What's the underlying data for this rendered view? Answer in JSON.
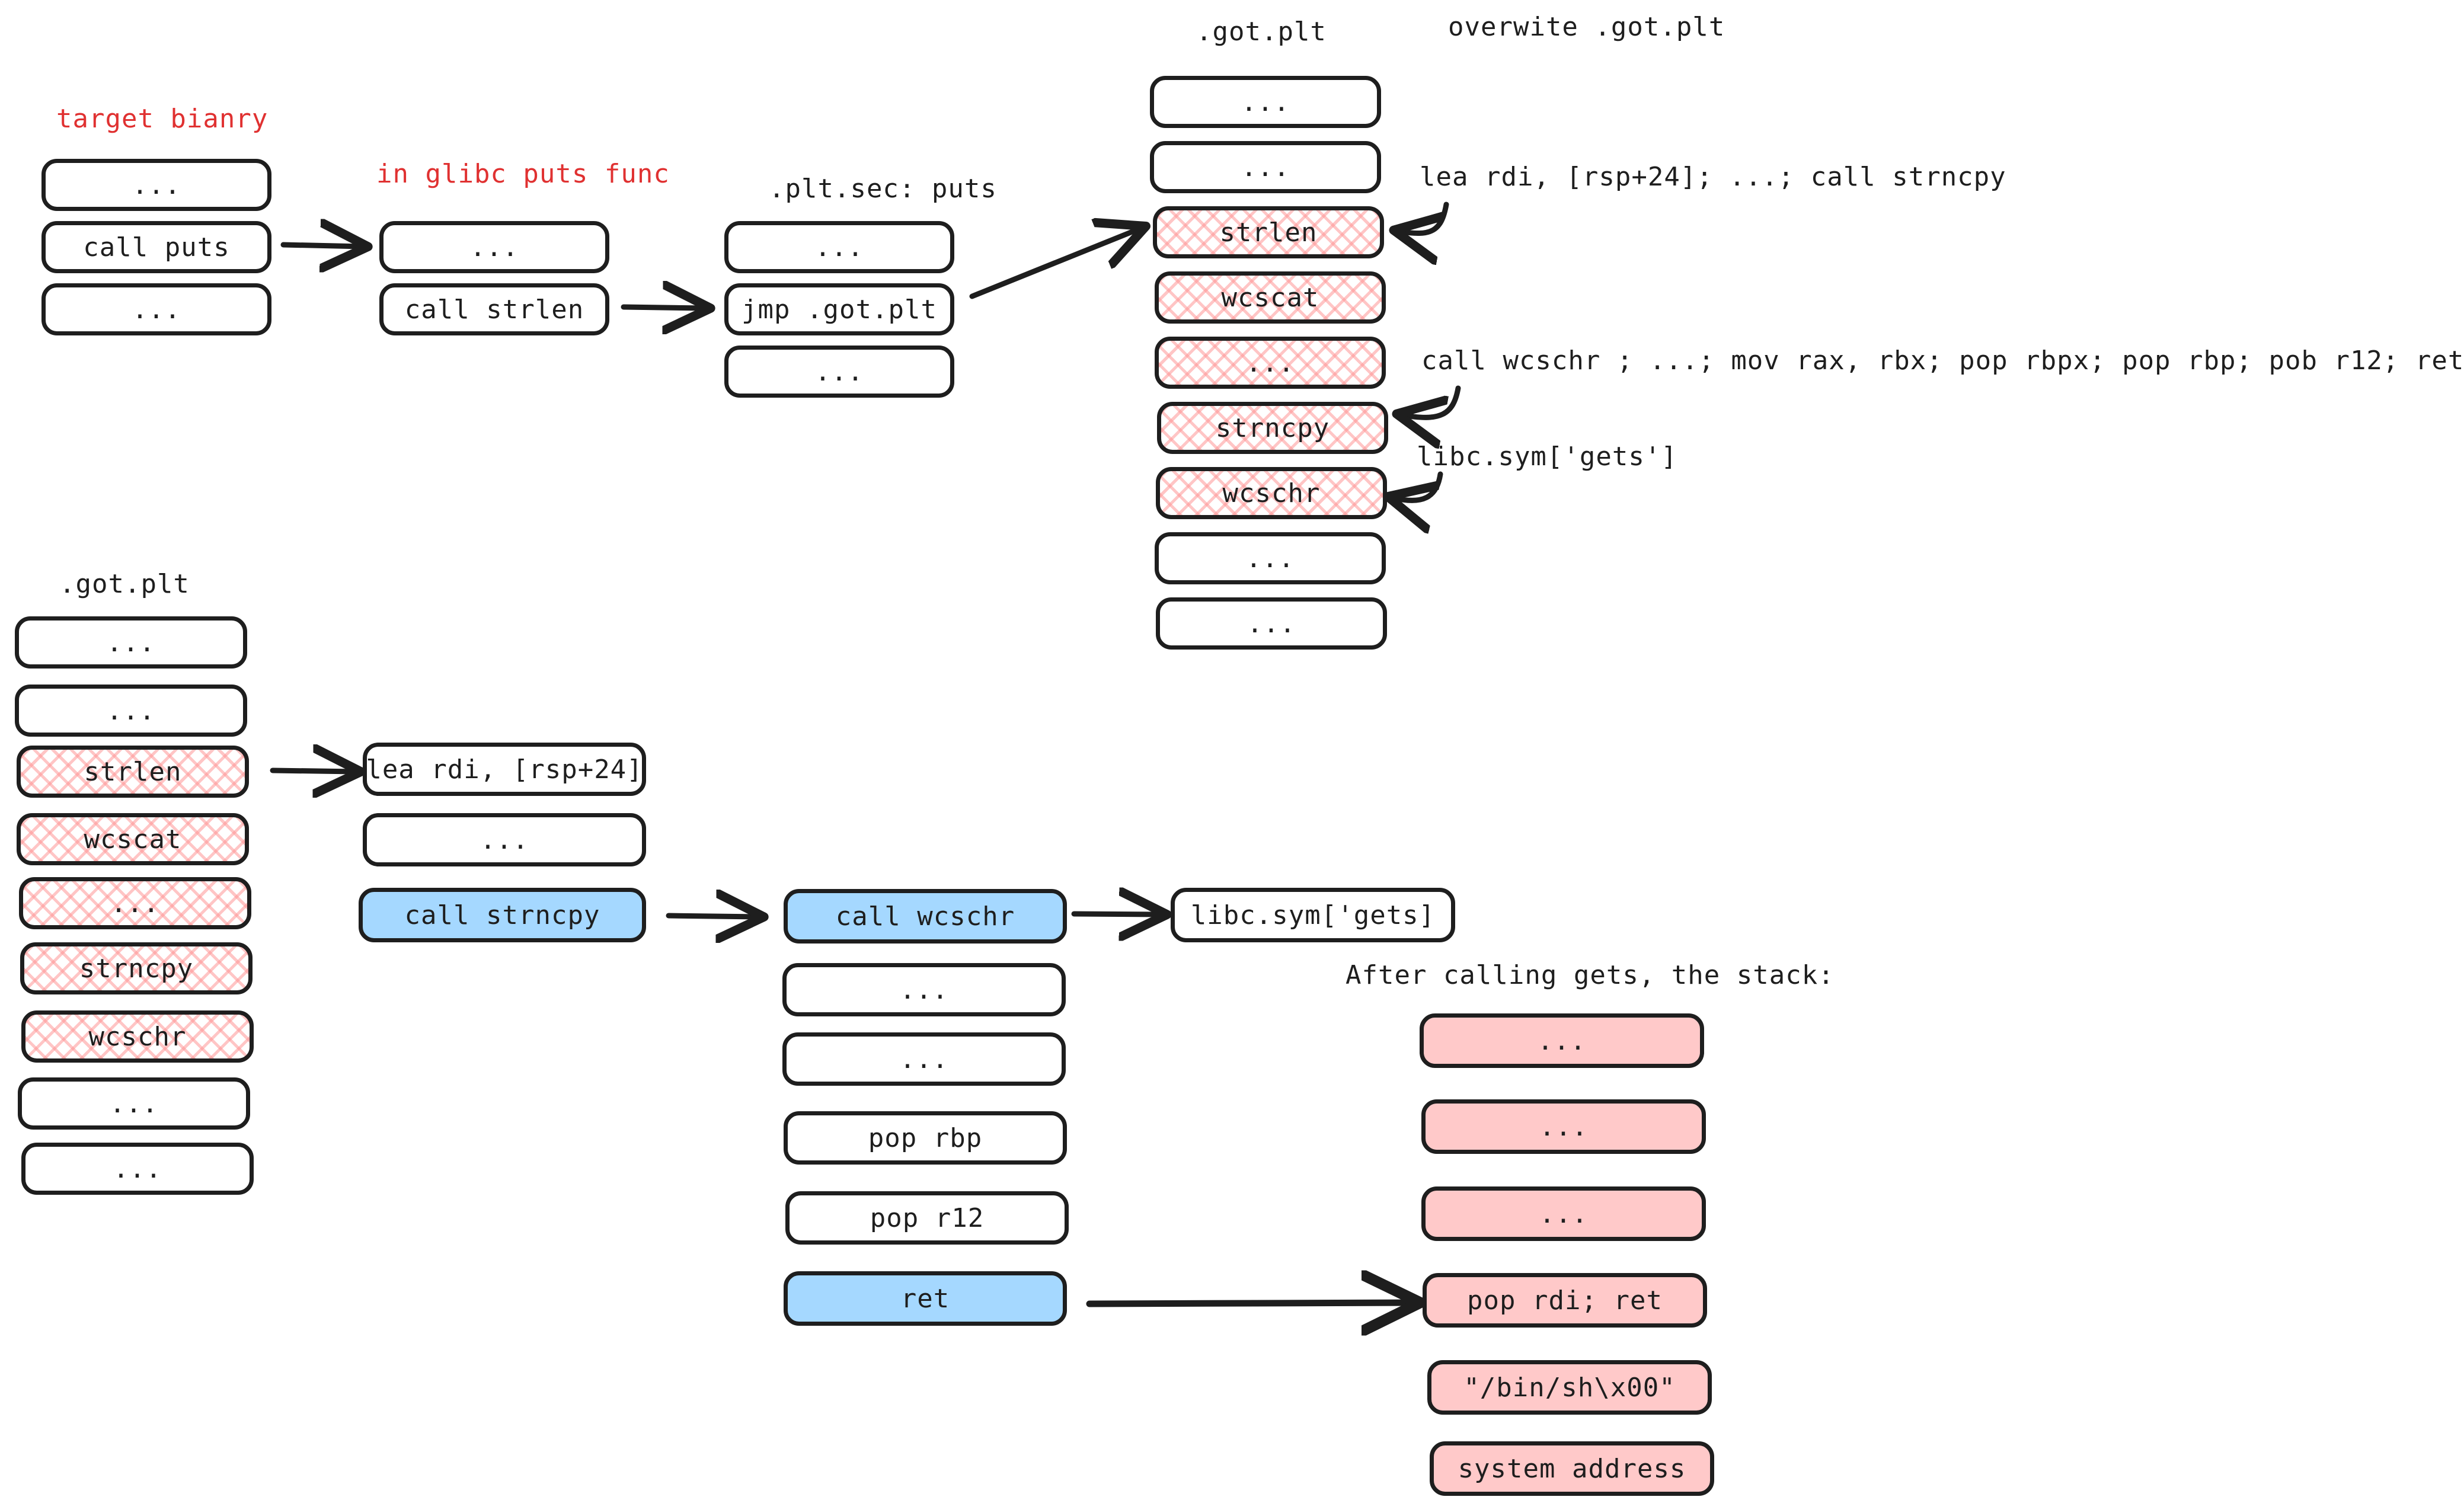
{
  "labels": {
    "target_binary": "target bianry",
    "glibc_puts": "in glibc puts func",
    "plt_sec_puts": ".plt.sec: puts",
    "got_plt_top": ".got.plt",
    "overwrite_got_plt": "overwite .got.plt",
    "got_plt_bottom": ".got.plt",
    "after_gets_stack": "After calling gets, the stack:"
  },
  "annotations": {
    "lea_strncpy": "lea rdi, [rsp+24]; ...; call strncpy",
    "call_wcschr_gadget": "call wcschr ;  ...; mov rax, rbx; pop rbpx; pop rbp; pob r12; ret",
    "libc_sym_gets": "libc.sym['gets']"
  },
  "columns": {
    "target_binary": [
      {
        "text": "...",
        "style": "plain"
      },
      {
        "text": "call puts",
        "style": "plain"
      },
      {
        "text": "...",
        "style": "plain"
      }
    ],
    "glibc_puts": [
      {
        "text": "...",
        "style": "plain"
      },
      {
        "text": "call strlen",
        "style": "plain"
      }
    ],
    "plt_sec_puts": [
      {
        "text": "...",
        "style": "plain"
      },
      {
        "text": "jmp .got.plt",
        "style": "plain"
      },
      {
        "text": "...",
        "style": "plain"
      }
    ],
    "got_plt_top": [
      {
        "text": "...",
        "style": "plain"
      },
      {
        "text": "...",
        "style": "plain"
      },
      {
        "text": "strlen",
        "style": "hatch"
      },
      {
        "text": "wcscat",
        "style": "hatch"
      },
      {
        "text": "...",
        "style": "hatch"
      },
      {
        "text": "strncpy",
        "style": "hatch"
      },
      {
        "text": "wcschr",
        "style": "hatch"
      },
      {
        "text": "...",
        "style": "plain"
      },
      {
        "text": "...",
        "style": "plain"
      }
    ],
    "got_plt_bottom": [
      {
        "text": "...",
        "style": "plain"
      },
      {
        "text": "...",
        "style": "plain"
      },
      {
        "text": "strlen",
        "style": "hatch"
      },
      {
        "text": "wcscat",
        "style": "hatch"
      },
      {
        "text": "...",
        "style": "hatch"
      },
      {
        "text": "strncpy",
        "style": "hatch"
      },
      {
        "text": "wcschr",
        "style": "hatch"
      },
      {
        "text": "...",
        "style": "plain"
      },
      {
        "text": "...",
        "style": "plain"
      }
    ],
    "strncpy_body": [
      {
        "text": "lea rdi, [rsp+24]",
        "style": "plain"
      },
      {
        "text": "...",
        "style": "plain"
      },
      {
        "text": "call strncpy",
        "style": "blue"
      }
    ],
    "wcschr_body": [
      {
        "text": "call wcschr",
        "style": "blue"
      },
      {
        "text": "...",
        "style": "plain"
      },
      {
        "text": "...",
        "style": "plain"
      },
      {
        "text": "pop rbp",
        "style": "plain"
      },
      {
        "text": "pop r12",
        "style": "plain"
      },
      {
        "text": "ret",
        "style": "blue"
      }
    ],
    "gets_target": [
      {
        "text": "libc.sym['gets]",
        "style": "plain"
      }
    ],
    "stack_after_gets": [
      {
        "text": "...",
        "style": "pink"
      },
      {
        "text": "...",
        "style": "pink"
      },
      {
        "text": "...",
        "style": "pink"
      },
      {
        "text": "pop rdi; ret",
        "style": "pink"
      },
      {
        "text": "\"/bin/sh\\x00\"",
        "style": "pink"
      },
      {
        "text": "system address",
        "style": "pink"
      }
    ]
  },
  "colors": {
    "stroke": "#1e1e1e",
    "red_label": "#e03131",
    "blue_fill": "#a5d8ff",
    "pink_fill": "#ffc9c9",
    "hatch": "#ffc9c9"
  }
}
